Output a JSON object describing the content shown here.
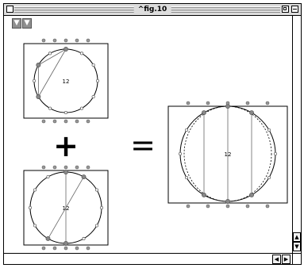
{
  "window": {
    "title": "^fig.10"
  },
  "toolbar": {
    "buttons": [
      {
        "icon": "down-arrow-icon"
      },
      {
        "icon": "down-arrow-icon"
      }
    ]
  },
  "diagram": {
    "operators": {
      "plus": "+",
      "equals": "="
    },
    "panels": [
      {
        "label": "12"
      },
      {
        "label": "12"
      },
      {
        "label": "12"
      }
    ]
  },
  "scrollbars": {
    "vertical": {
      "up_icon": "scroll-up-icon",
      "down_icon": "scroll-down-icon"
    },
    "horizontal": {
      "left_icon": "scroll-left-icon",
      "right_icon": "scroll-right-icon"
    }
  }
}
